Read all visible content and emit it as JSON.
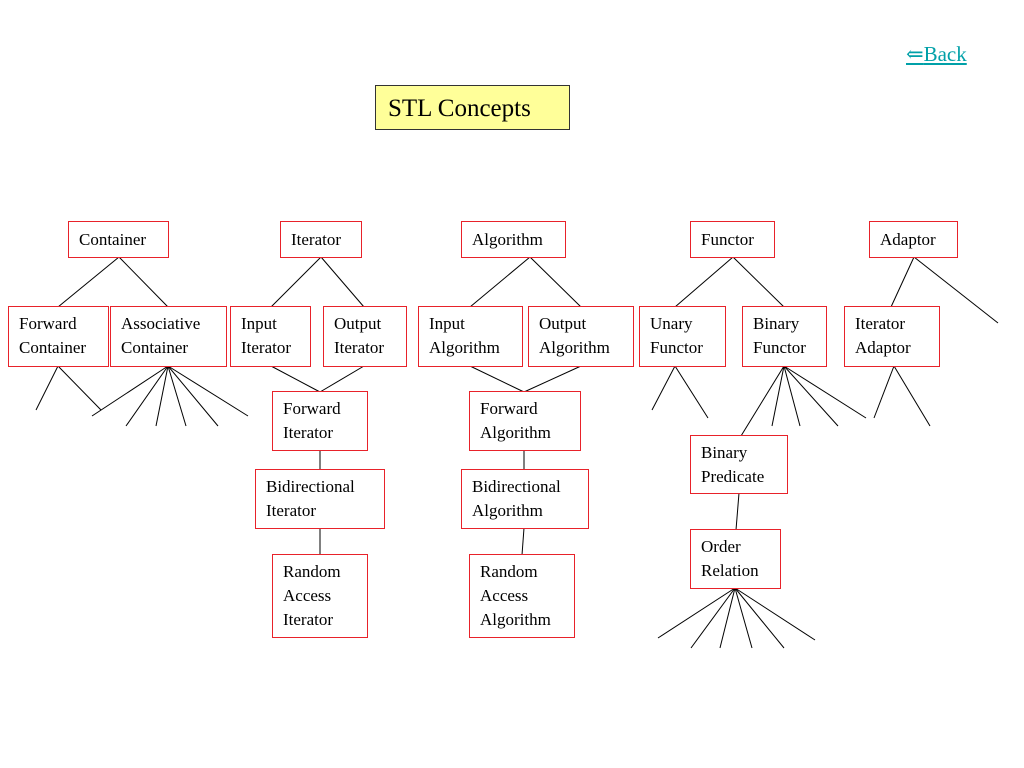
{
  "back": {
    "arrow": "⇐",
    "label": "Back"
  },
  "title": "STL Concepts",
  "colors": {
    "node_border": "#e8222a",
    "title_bg": "#ffff99",
    "link": "#00a0a8"
  },
  "nodes": {
    "container": [
      "Container"
    ],
    "iterator": [
      "Iterator"
    ],
    "algorithm": [
      "Algorithm"
    ],
    "functor": [
      "Functor"
    ],
    "adaptor": [
      "Adaptor"
    ],
    "forward_container": [
      "Forward",
      "Container"
    ],
    "associative_container": [
      "Associative",
      "Container"
    ],
    "input_iterator": [
      "Input",
      "Iterator"
    ],
    "output_iterator": [
      "Output",
      "Iterator"
    ],
    "input_algorithm": [
      "Input",
      "Algorithm"
    ],
    "output_algorithm": [
      "Output",
      "Algorithm"
    ],
    "unary_functor": [
      "Unary",
      "Functor"
    ],
    "binary_functor": [
      "Binary",
      "Functor"
    ],
    "iterator_adaptor": [
      "Iterator",
      "Adaptor"
    ],
    "forward_iterator": [
      "Forward",
      "Iterator"
    ],
    "forward_algorithm": [
      "Forward",
      "Algorithm"
    ],
    "bidirectional_iterator": [
      "Bidirectional",
      "Iterator"
    ],
    "bidirectional_algorithm": [
      "Bidirectional",
      "Algorithm"
    ],
    "binary_predicate": [
      "Binary",
      "Predicate"
    ],
    "order_relation": [
      "Order",
      "Relation"
    ],
    "random_access_iterator": [
      "Random",
      "Access",
      "Iterator"
    ],
    "random_access_algorithm": [
      "Random",
      "Access",
      "Algorithm"
    ]
  }
}
